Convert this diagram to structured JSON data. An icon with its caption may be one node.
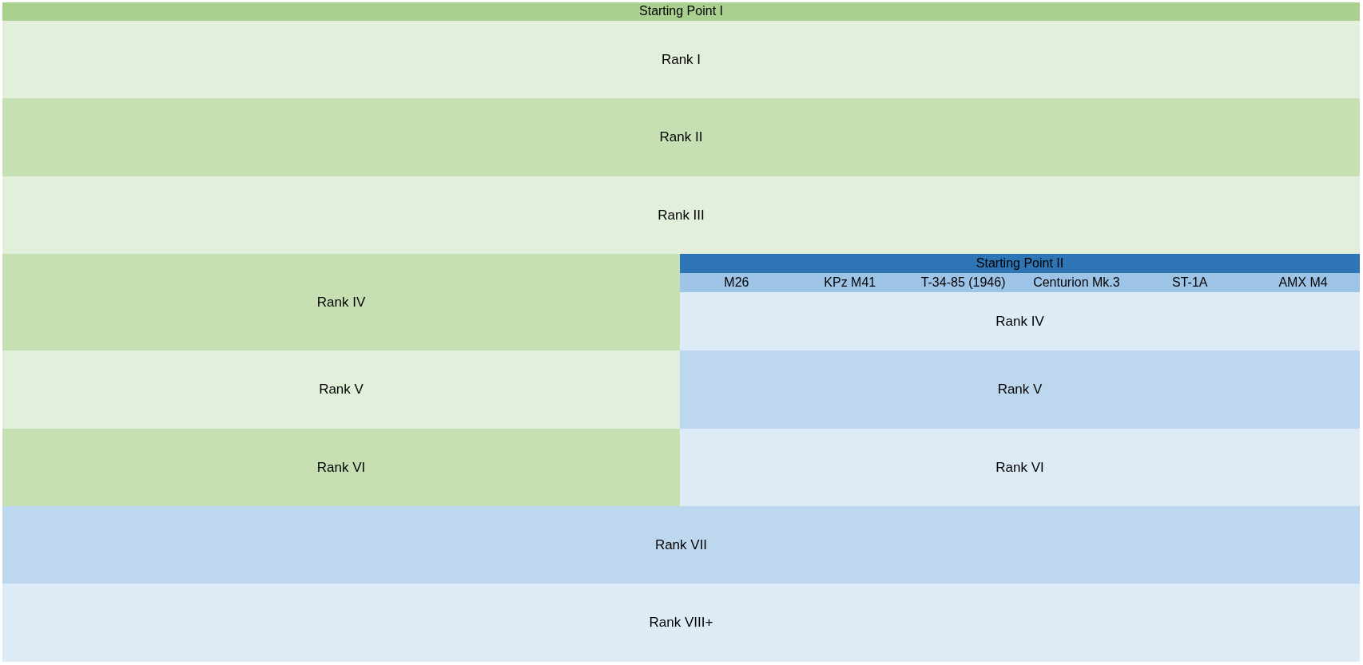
{
  "diagram": {
    "nodes": [
      {
        "text": [
          "Starting Point I"
        ]
      },
      {
        "text": [
          "Rank I"
        ]
      },
      {
        "text": [
          "Rank II"
        ]
      },
      {
        "text": [
          "Rank III"
        ]
      },
      {
        "text": [
          "Rank IV"
        ]
      },
      {
        "text": [
          "Starting Point II"
        ]
      },
      {
        "text": [
          "M26",
          "KPz M41",
          "T-34-85 (1946)",
          "Centurion Mk.3",
          "ST-1A",
          "AMX M4"
        ]
      },
      {
        "text": [
          "Rank IV"
        ]
      },
      {
        "text": [
          "Rank V"
        ]
      },
      {
        "text": [
          "Rank V"
        ]
      },
      {
        "text": [
          "Rank VI"
        ]
      },
      {
        "text": [
          "Rank VI"
        ]
      },
      {
        "text": [
          "Rank VII"
        ]
      },
      {
        "text": [
          "Rank VIII+"
        ]
      }
    ]
  }
}
